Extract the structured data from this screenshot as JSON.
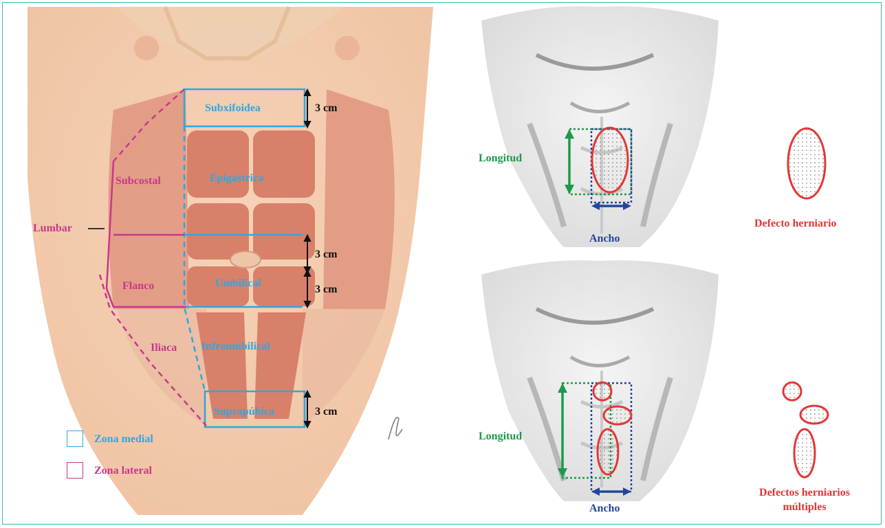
{
  "left_panel": {
    "zones": {
      "subxifoidea": "Subxifoidea",
      "epigastrica": "Epigástrica",
      "umbilical": "Umbilical",
      "infraumbilical": "Infraumbilical",
      "suprapubica": "Suprapúbica",
      "subcostal": "Subcostal",
      "lumbar": "Lumbar",
      "flanco": "Flanco",
      "iliaca": "Iliaca"
    },
    "measures": {
      "m1": "3 cm",
      "m2": "3 cm",
      "m3": "3 cm",
      "m4": "3 cm"
    },
    "legend": {
      "medial": "Zona medial",
      "lateral": "Zona lateral"
    }
  },
  "right_panel": {
    "top": {
      "length_label": "Longitud",
      "width_label": "Ancho",
      "defect_label": "Defecto herniario"
    },
    "bottom": {
      "length_label": "Longitud",
      "width_label": "Ancho",
      "defect_label_line1": "Defectos herniarios",
      "defect_label_line2": "múltiples"
    }
  },
  "colors": {
    "medial": "#2ea7e0",
    "lateral": "#c8378a",
    "length": "#1a9a4a",
    "width": "#23469b",
    "defect": "#e53535",
    "frame": "#3bb7b0"
  }
}
